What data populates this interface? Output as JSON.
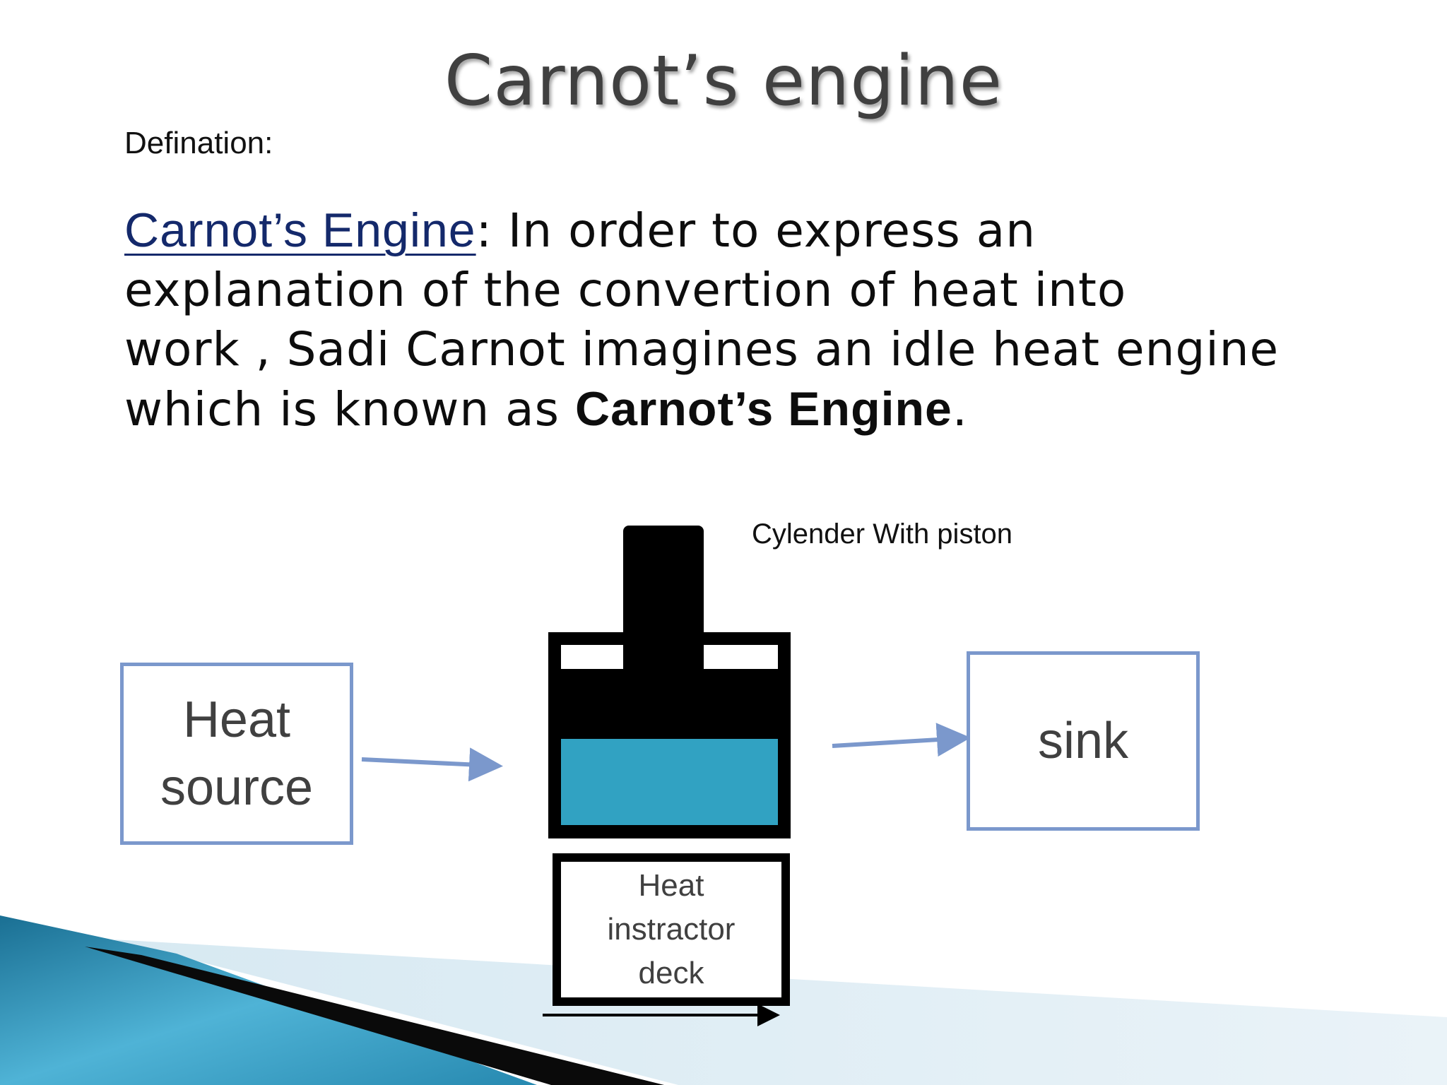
{
  "title": "Carnot’s engine",
  "definition_label": "Defination:",
  "definition": {
    "term": "Carnot’s Engine",
    "line1_rest": ":  In order to express an",
    "line2": "explanation  of  the convertion  of heat into",
    "line3": "work , Sadi Carnot  imagines an idle heat engine",
    "line4_pre": "which is known as ",
    "line4_term": "Carnot’s Engine",
    "line4_end": "."
  },
  "diagram": {
    "heat_source_line1": "Heat",
    "heat_source_line2": "source",
    "sink_label": "sink",
    "cylinder_label": "Cylender With piston",
    "deck_line1": "Heat",
    "deck_line2": "instractor",
    "deck_line3": "deck"
  },
  "colors": {
    "box_border": "#7b98cc",
    "arrow": "#7b98cc",
    "gas_fill": "#31a2c2",
    "title_text": "#404040",
    "term_link": "#14296b"
  }
}
